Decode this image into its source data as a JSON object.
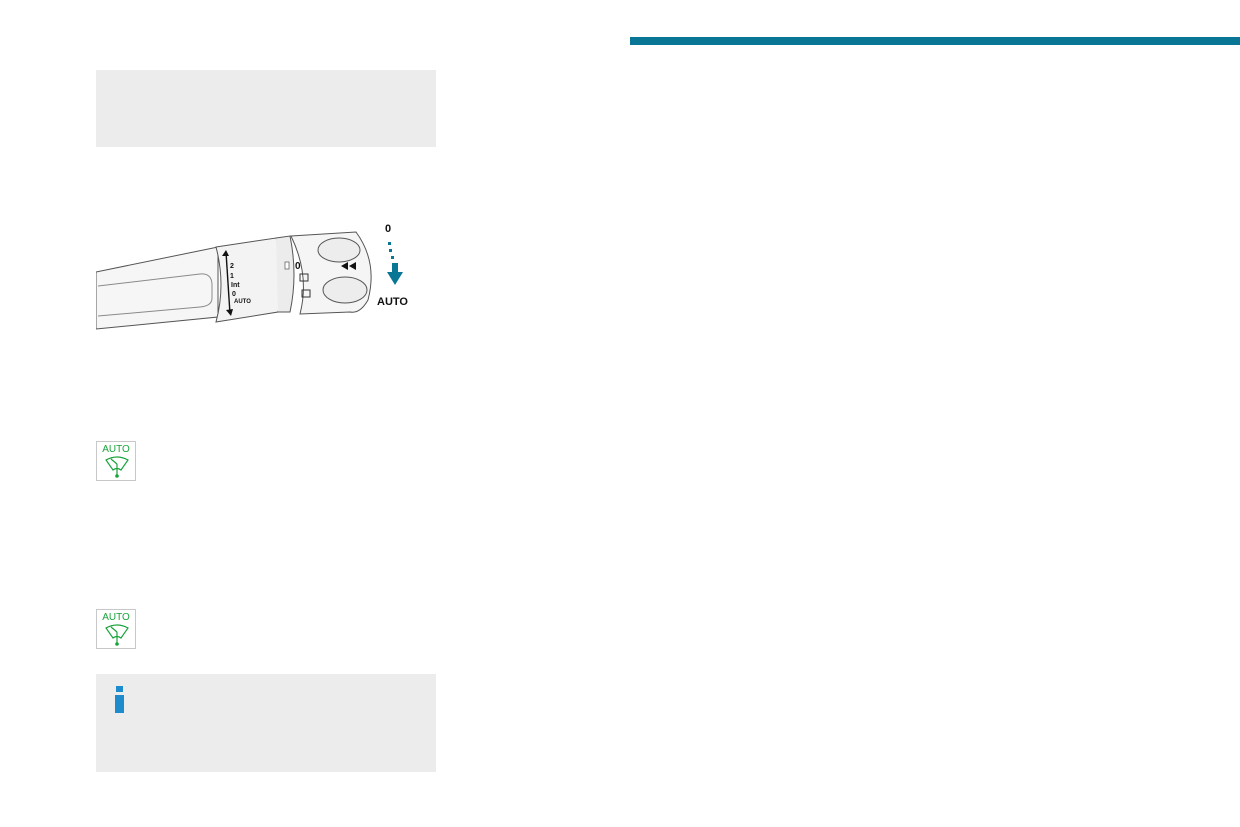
{
  "colors": {
    "accent": "#0a7696",
    "info_blue": "#1c8ccf",
    "badge_green": "#1aa33c",
    "panel_gray": "#ececec"
  },
  "illustration": {
    "stalk_labels": [
      "2",
      "1",
      "Int",
      "0",
      "AUTO"
    ],
    "ring_label": "0",
    "arrow_top_label": "0",
    "arrow_bottom_label": "AUTO"
  },
  "badges": [
    {
      "text": "AUTO",
      "icon": "auto-wiper-icon"
    },
    {
      "text": "AUTO",
      "icon": "auto-wiper-icon"
    }
  ],
  "info": {
    "icon": "info-icon"
  }
}
